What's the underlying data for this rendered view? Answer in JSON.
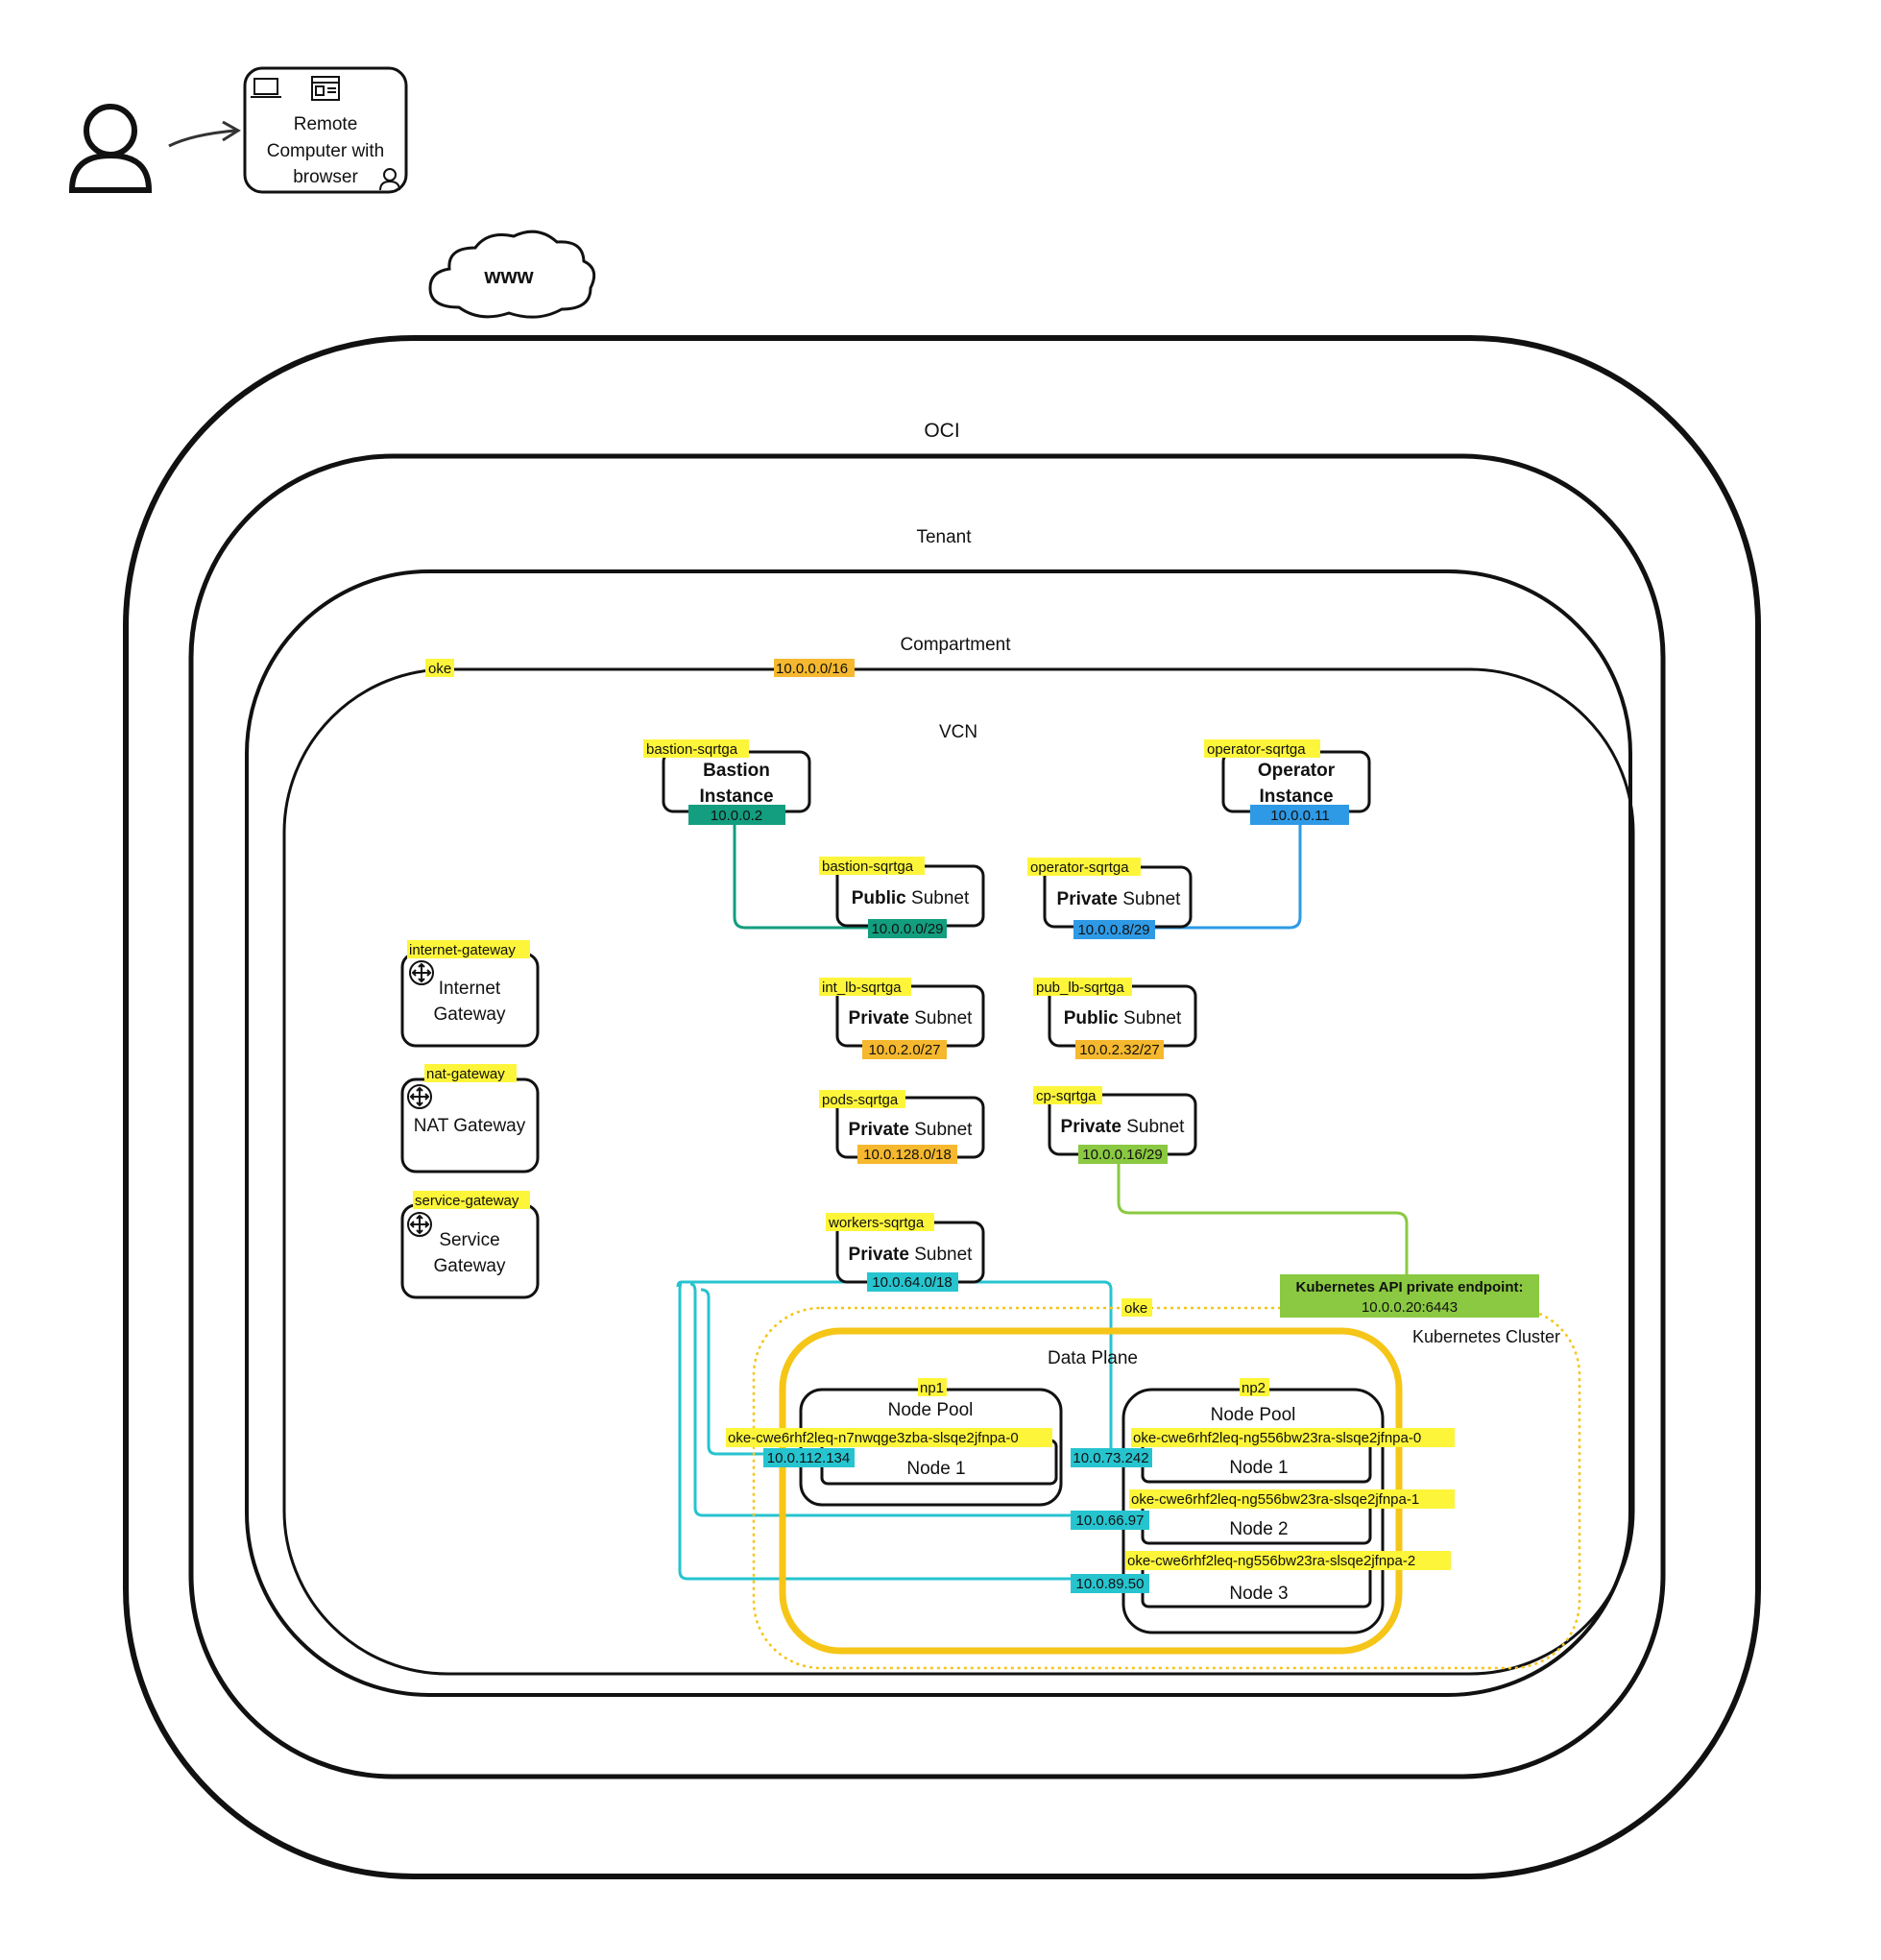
{
  "user": {
    "icon": "user-icon"
  },
  "remote_computer": {
    "line1": "Remote",
    "line2": "Computer with",
    "line3": "browser",
    "icons": [
      "laptop-icon",
      "browser-window-icon",
      "user-small-icon"
    ]
  },
  "internet": {
    "label": "www",
    "icon": "cloud-icon"
  },
  "containers": {
    "oci": "OCI",
    "tenant": "Tenant",
    "compartment": "Compartment",
    "vcn": "VCN",
    "vcn_tag": "oke",
    "vcn_cidr": "10.0.0.0/16"
  },
  "bastion_instance": {
    "tag": "bastion-sqrtga",
    "line1": "Bastion",
    "line2": "Instance",
    "ip": "10.0.0.2"
  },
  "operator_instance": {
    "tag": "operator-sqrtga",
    "line1": "Operator",
    "line2": "Instance",
    "ip": "10.0.0.11"
  },
  "subnets": {
    "bastion": {
      "tag": "bastion-sqrtga",
      "kind": "Public",
      "word": "Subnet",
      "cidr": "10.0.0.0/29"
    },
    "operator": {
      "tag": "operator-sqrtga",
      "kind": "Private",
      "word": "Subnet",
      "cidr": "10.0.0.8/29"
    },
    "int_lb": {
      "tag": "int_lb-sqrtga",
      "kind": "Private",
      "word": "Subnet",
      "cidr": "10.0.2.0/27"
    },
    "pub_lb": {
      "tag": "pub_lb-sqrtga",
      "kind": "Public",
      "word": "Subnet",
      "cidr": "10.0.2.32/27"
    },
    "pods": {
      "tag": "pods-sqrtga",
      "kind": "Private",
      "word": "Subnet",
      "cidr": "10.0.128.0/18"
    },
    "cp": {
      "tag": "cp-sqrtga",
      "kind": "Private",
      "word": "Subnet",
      "cidr": "10.0.0.16/29"
    },
    "workers": {
      "tag": "workers-sqrtga",
      "kind": "Private",
      "word": "Subnet",
      "cidr": "10.0.64.0/18"
    }
  },
  "gateways": {
    "internet": {
      "tag": "internet-gateway",
      "line1": "Internet",
      "line2": "Gateway",
      "icon": "router-icon"
    },
    "nat": {
      "tag": "nat-gateway",
      "line1": "NAT Gateway",
      "icon": "router-icon"
    },
    "service": {
      "tag": "service-gateway",
      "line1": "Service",
      "line2": "Gateway",
      "icon": "router-icon"
    }
  },
  "api_endpoint": {
    "title": "Kubernetes API private endpoint:",
    "address": "10.0.0.20:6443"
  },
  "cluster": {
    "tag": "oke",
    "label": "Kubernetes Cluster",
    "data_plane": "Data Plane"
  },
  "node_pools": {
    "np1": {
      "tag": "np1",
      "label": "Node Pool",
      "nodes": [
        {
          "name": "oke-cwe6rhf2leq-n7nwqge3zba-slsqe2jfnpa-0",
          "ip": "10.0.112.134",
          "label": "Node 1"
        }
      ]
    },
    "np2": {
      "tag": "np2",
      "label": "Node Pool",
      "nodes": [
        {
          "name": "oke-cwe6rhf2leq-ng556bw23ra-slsqe2jfnpa-0",
          "ip": "10.0.73.242",
          "label": "Node 1"
        },
        {
          "name": "oke-cwe6rhf2leq-ng556bw23ra-slsqe2jfnpa-1",
          "ip": "10.0.66.97",
          "label": "Node 2"
        },
        {
          "name": "oke-cwe6rhf2leq-ng556bw23ra-slsqe2jfnpa-2",
          "ip": "10.0.89.50",
          "label": "Node 3"
        }
      ]
    }
  },
  "colors": {
    "tag_yellow": "#fdf53a",
    "cidr_orange": "#f5b82e",
    "bastion_green": "#129e7f",
    "operator_blue": "#2e9ae6",
    "cp_green": "#8ac941",
    "workers_cyan": "#26c4cf",
    "cluster_gold": "#f5c518"
  }
}
